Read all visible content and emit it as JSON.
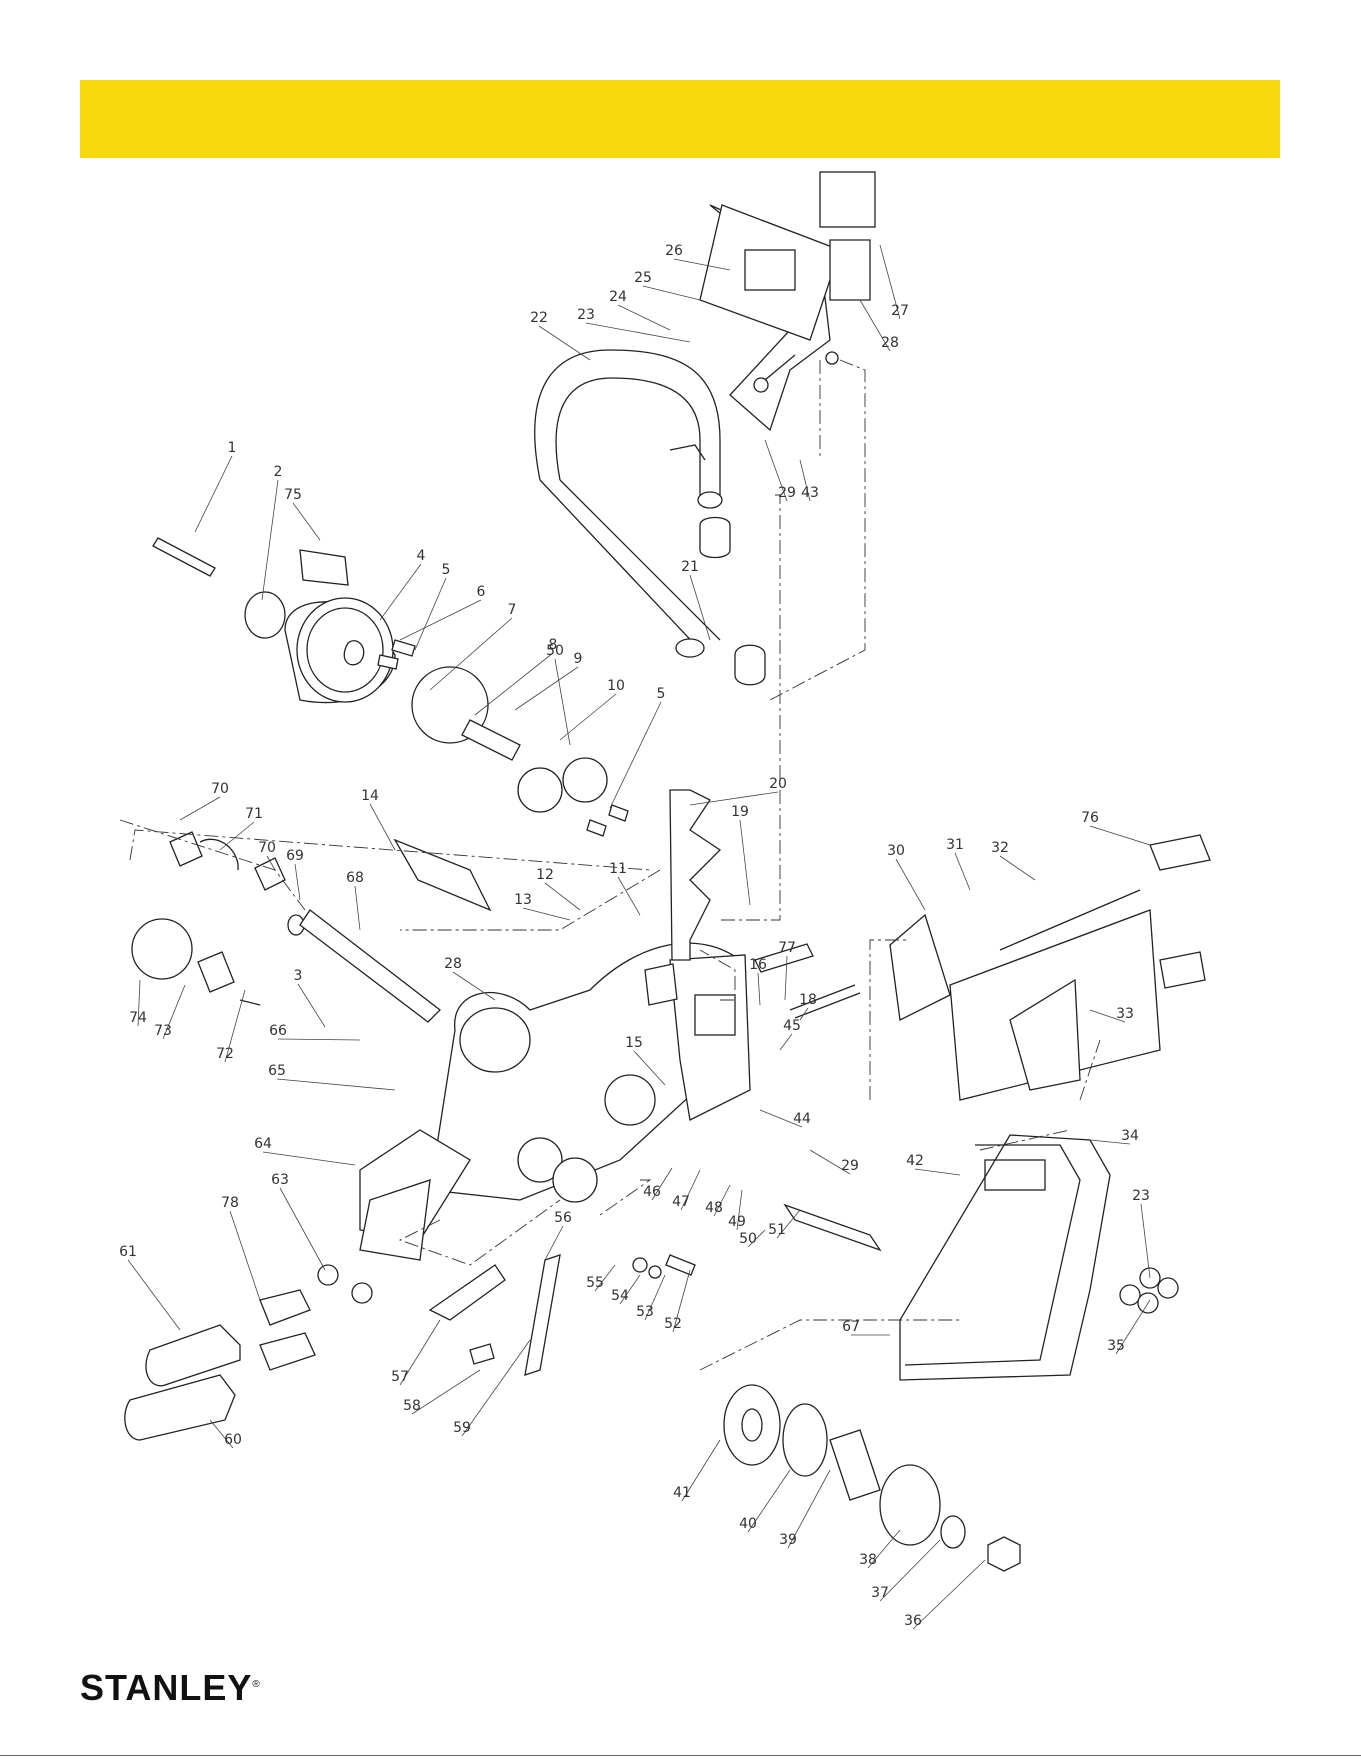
{
  "header": {
    "band_color": "#F6D90E"
  },
  "brand": {
    "logo_text": "STANLEY",
    "registered_mark": "®"
  },
  "diagram": {
    "labels": [
      "1",
      "2",
      "3",
      "4",
      "5",
      "5",
      "6",
      "7",
      "8",
      "9",
      "10",
      "11",
      "12",
      "13",
      "14",
      "15",
      "16",
      "18",
      "19",
      "20",
      "21",
      "22",
      "23",
      "23",
      "24",
      "25",
      "26",
      "27",
      "28",
      "28",
      "29",
      "29",
      "30",
      "31",
      "32",
      "33",
      "34",
      "35",
      "36",
      "37",
      "38",
      "39",
      "40",
      "41",
      "42",
      "43",
      "44",
      "45",
      "46",
      "47",
      "48",
      "49",
      "50",
      "50",
      "51",
      "52",
      "53",
      "54",
      "55",
      "56",
      "57",
      "58",
      "59",
      "60",
      "61",
      "63",
      "64",
      "65",
      "66",
      "67",
      "68",
      "69",
      "70",
      "70",
      "71",
      "72",
      "73",
      "74",
      "75",
      "76",
      "77",
      "78"
    ]
  }
}
